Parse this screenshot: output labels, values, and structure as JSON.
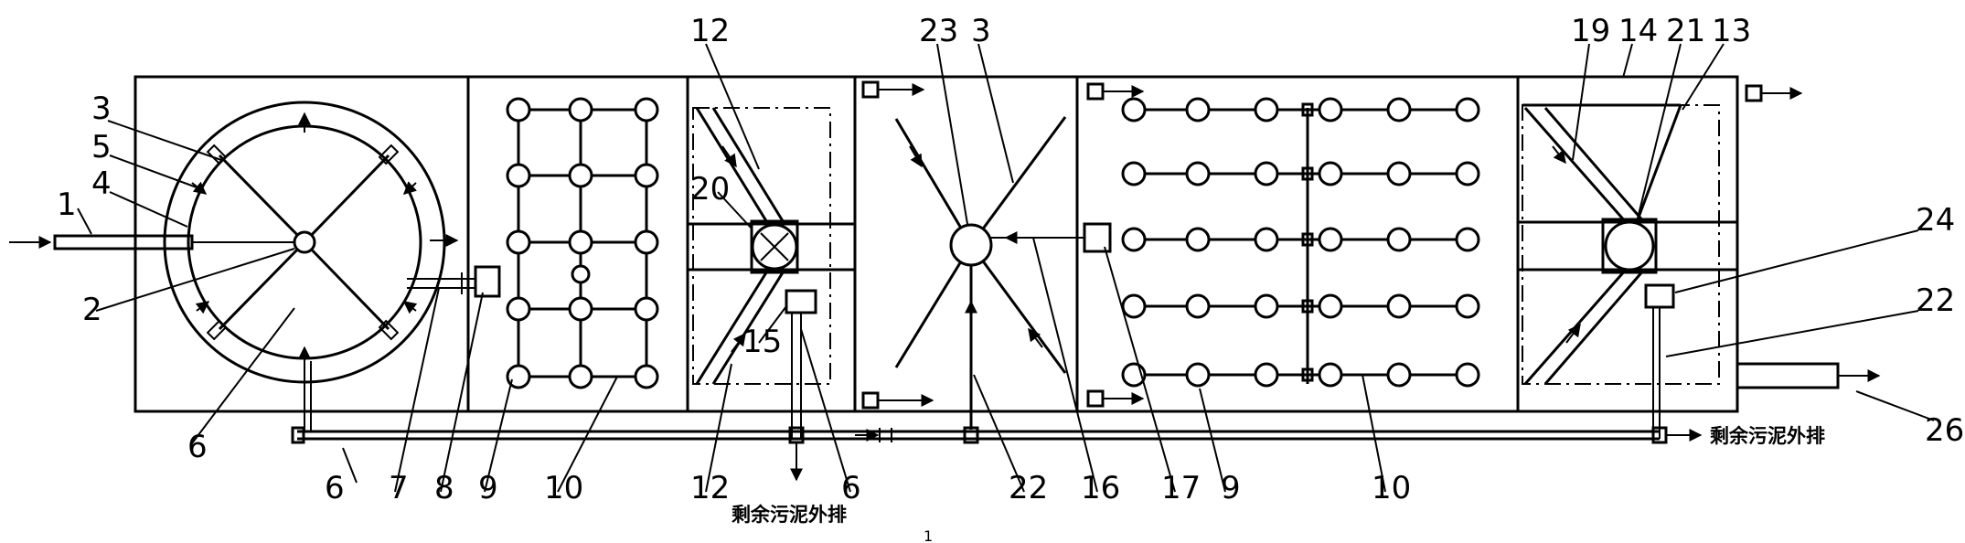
{
  "labels": {
    "n1": "1",
    "n2": "2",
    "n3a": "3",
    "n3b": "3",
    "n4": "4",
    "n5": "5",
    "n6a": "6",
    "n6b": "6",
    "n6c": "6",
    "n7": "7",
    "n8": "8",
    "n9a": "9",
    "n9b": "9",
    "n10a": "10",
    "n10b": "10",
    "n12a": "12",
    "n12b": "12",
    "n13": "13",
    "n14": "14",
    "n15": "15",
    "n16": "16",
    "n17": "17",
    "n19": "19",
    "n20": "20",
    "n21": "21",
    "n22a": "22",
    "n22b": "22",
    "n23": "23",
    "n24": "24",
    "n26": "26"
  },
  "notes": {
    "sludge_right": "剩余污泥外排",
    "sludge_bottom": "剩余污泥外排",
    "stray_mark": "1"
  }
}
